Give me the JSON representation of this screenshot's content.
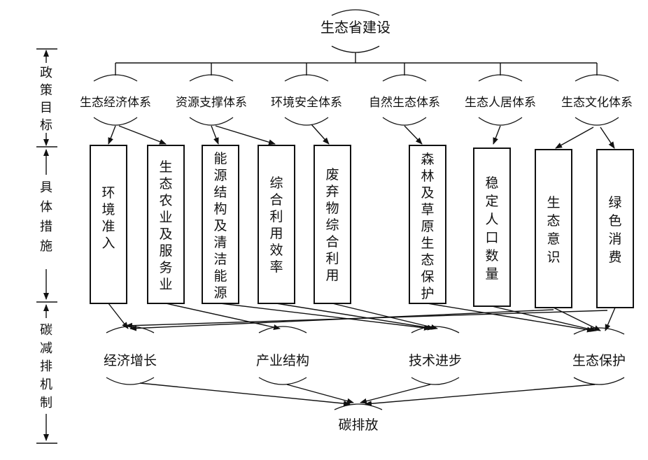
{
  "diagram": {
    "title": "生态省建设",
    "side_labels": {
      "policy_goals": "政策目标",
      "specific_measures": "具体措施",
      "carbon_reduction_mechanism": "碳减排机制"
    },
    "systems": [
      "生态经济体系",
      "资源支撑体系",
      "环境安全体系",
      "自然生态体系",
      "生态人居体系",
      "生态文化体系"
    ],
    "measures": [
      "环境准入",
      "生态农业及服务业",
      "能源结构及清洁能源",
      "综合利用效率",
      "废弃物综合利用",
      "森林及草原生态保护",
      "稳定人口数量",
      "生态意识",
      "绿色消费"
    ],
    "mechanisms": [
      "经济增长",
      "产业结构",
      "技术进步",
      "生态保护"
    ],
    "outcome": "碳排放"
  }
}
